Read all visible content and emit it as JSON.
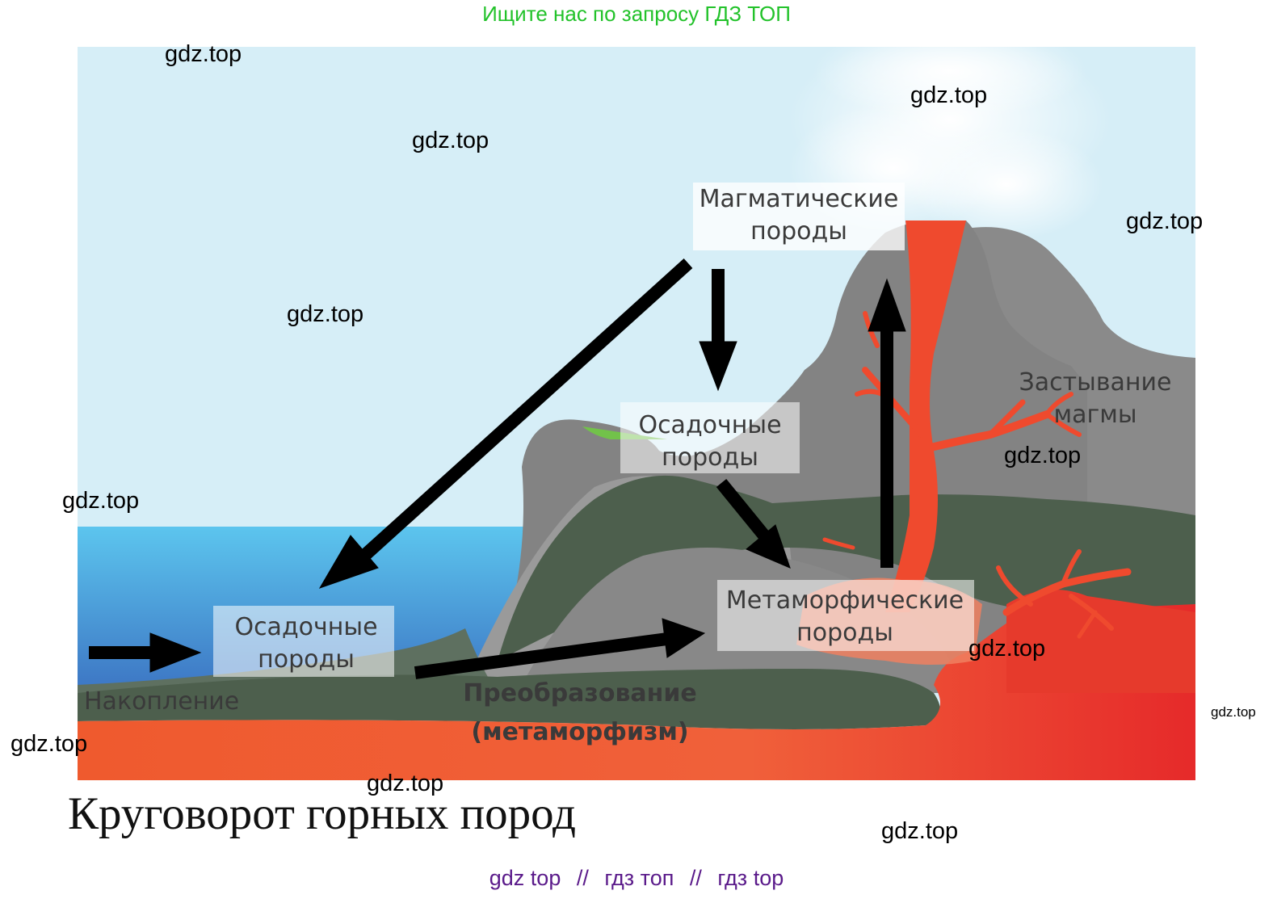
{
  "banner": {
    "text": "Ищите нас по запросу ГДЗ ТОП",
    "color": "#22c22a"
  },
  "diagram": {
    "labels": {
      "igneous_line1": "Магматические",
      "igneous_line2": "породы",
      "sedimentary_mid_line1": "Осадочные",
      "sedimentary_mid_line2": "породы",
      "sedimentary_left_line1": "Осадочные",
      "sedimentary_left_line2": "породы",
      "metamorphic_line1": "Метаморфические",
      "metamorphic_line2": "породы",
      "solidification_line1": "Застывание",
      "solidification_line2": "магмы",
      "accumulation": "Накопление",
      "transformation_line1": "Преобразование",
      "transformation_line2": "(метаморфизм)"
    },
    "colors": {
      "sky": "#d6eef7",
      "sea_top": "#5cc5ee",
      "sea_bottom": "#3a6fc0",
      "rock_gray": "#888888",
      "rock_dark_green": "#4d5f4d",
      "magma_red": "#ef4a2e",
      "grass": "#72c24a"
    }
  },
  "watermarks": [
    "gdz.top",
    "gdz.top",
    "gdz.top",
    "gdz.top",
    "gdz.top",
    "gdz.top",
    "gdz.top",
    "gdz.top",
    "gdz.top",
    "gdz.top",
    "gdz.top",
    "gdz.top"
  ],
  "caption": "Круговорот горных пород",
  "footer": {
    "part1": "gdz top",
    "sep1": "//",
    "part2": "гдз топ",
    "sep2": "//",
    "part3": "гдз top",
    "color": "#5a1a8a"
  }
}
